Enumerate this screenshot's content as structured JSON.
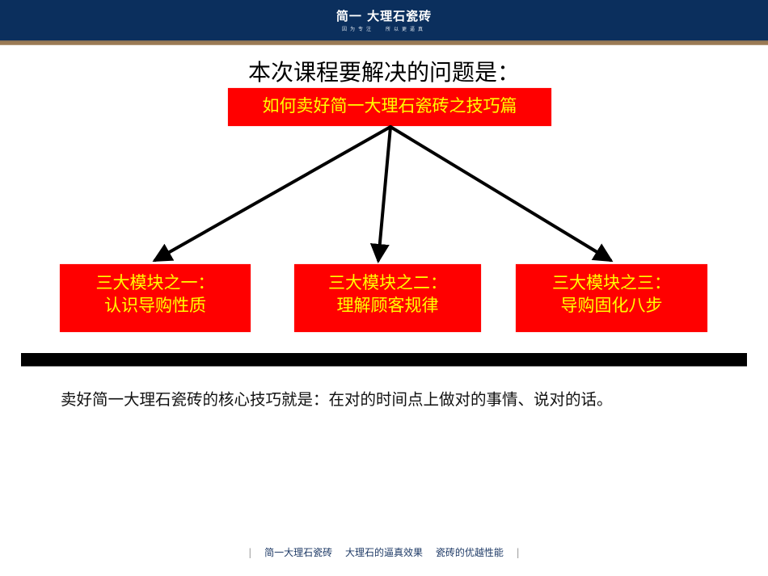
{
  "header": {
    "brand_name": "简一 大理石瓷砖",
    "slogan": "因为专注   所以更逼真",
    "colors": {
      "navy": "#0b2f5d",
      "stripe": "#9b7b55"
    }
  },
  "main": {
    "question": "本次课程要解决的问题是：",
    "topic_box": "如何卖好简一大理石瓷砖之技巧篇",
    "modules": [
      {
        "title": "三大模块之一：",
        "subtitle": "认识导购性质"
      },
      {
        "title": "三大模块之二：",
        "subtitle": "理解顾客规律"
      },
      {
        "title": "三大模块之三：",
        "subtitle": "导购固化八步"
      }
    ],
    "core_statement": "卖好简一大理石瓷砖的核心技巧就是：在对的时间点上做对的事情、说对的话。",
    "colors": {
      "box_fill": "#ff0000",
      "box_text": "#ffff00"
    }
  },
  "footer": {
    "items": [
      "简一大理石瓷砖",
      "大理石的逼真效果",
      "瓷砖的优越性能"
    ],
    "separator": "|"
  }
}
